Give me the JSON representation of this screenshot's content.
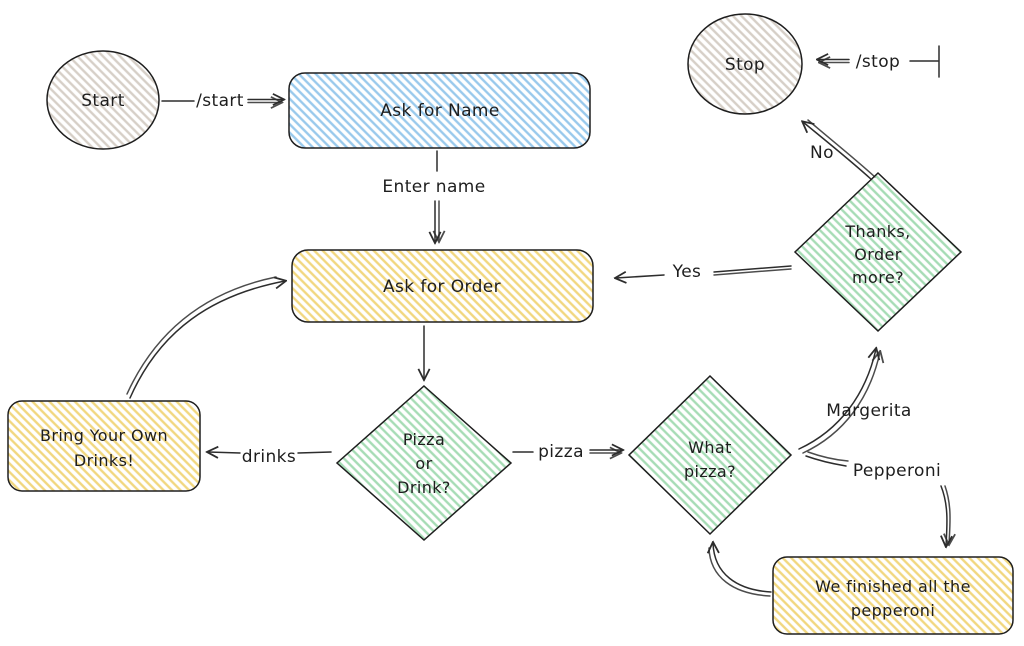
{
  "colors": {
    "stroke": "#1e1e1e",
    "arrow": "#2d2d2d",
    "gray_hatch": "#d6cfc7",
    "blue_hatch": "#99c9ec",
    "yellow_hatch": "#f1d77f",
    "green_hatch": "#a6dcb5"
  },
  "nodes": {
    "start": {
      "label": "Start"
    },
    "ask_name": {
      "label": "Ask for Name"
    },
    "ask_order": {
      "label": "Ask for Order"
    },
    "pizza_or_drink": {
      "line1": "Pizza",
      "line2": "or",
      "line3": "Drink?"
    },
    "bring_drinks": {
      "line1": "Bring Your Own",
      "line2": "Drinks!"
    },
    "what_pizza": {
      "line1": "What",
      "line2": "pizza?"
    },
    "thanks_more": {
      "line1": "Thanks,",
      "line2": "Order",
      "line3": "more?"
    },
    "stop": {
      "label": "Stop"
    },
    "no_pepperoni": {
      "line1": "We finished all the",
      "line2": "pepperoni"
    }
  },
  "edges": {
    "start_cmd": "/start",
    "enter_name": "Enter name",
    "drinks": "drinks",
    "pizza": "pizza",
    "margerita": "Margerita",
    "pepperoni": "Pepperoni",
    "yes": "Yes",
    "no": "No",
    "stop_cmd": "/stop"
  }
}
